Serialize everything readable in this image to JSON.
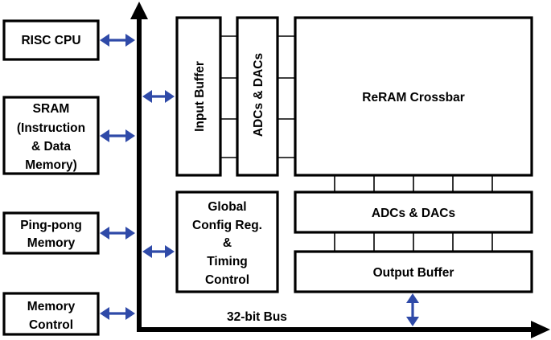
{
  "blocks": {
    "risc_cpu": "RISC CPU",
    "sram": [
      "SRAM",
      "(Instruction",
      "& Data",
      "Memory)"
    ],
    "ping_pong": [
      "Ping-pong",
      "Memory"
    ],
    "memory_control": [
      "Memory",
      "Control"
    ],
    "input_buffer": "Input Buffer",
    "adcs_dacs_vertical": "ADCs & DACs",
    "reram_crossbar": "ReRAM Crossbar",
    "adcs_dacs_horizontal": "ADCs & DACs",
    "global_config": [
      "Global",
      "Config Reg.",
      "&",
      "Timing",
      "Control"
    ],
    "output_buffer": "Output Buffer"
  },
  "bus_label": "32-bit Bus",
  "colors": {
    "arrow": "#2f4aa8",
    "stroke": "#000000",
    "background": "#ffffff"
  }
}
